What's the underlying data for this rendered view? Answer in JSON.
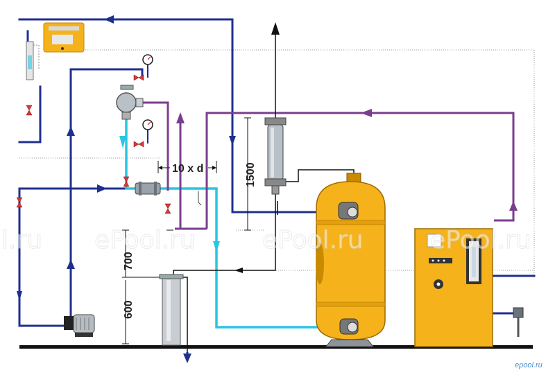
{
  "colors": {
    "supply_pipe": "#1f2f8f",
    "fresh_water": "#29c6e0",
    "return_pipe": "#7a3e8e",
    "drain_pipe": "#111111",
    "tank": "#f5b21a",
    "tank_dark": "#c98a00",
    "cabinet": "#f5b21a",
    "floor": "#111111"
  },
  "dimensions": {
    "pipe_spacing": "10 x d",
    "vertical_1500": "1500",
    "vertical_700": "700",
    "vertical_600": "600"
  },
  "controller": {
    "icon": "control-unit-icon"
  },
  "watermarks": {
    "left": "l.ru",
    "center_left": "ePool.ru",
    "center": "ePool.ru",
    "right": "ePool.ru"
  },
  "brand": "epool.ru"
}
